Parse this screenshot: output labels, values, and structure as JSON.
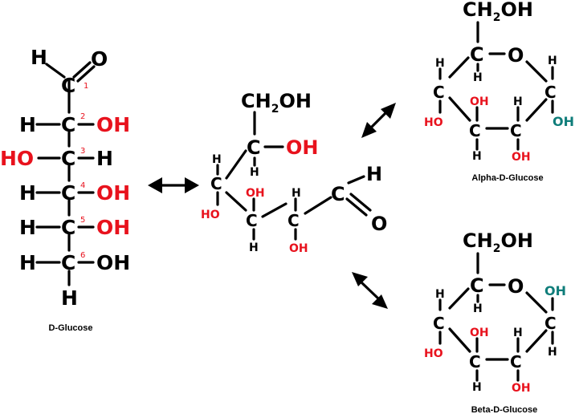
{
  "labels": {
    "d_glucose": "D-Glucose",
    "alpha": "Alpha-D-Glucose",
    "beta": "Beta-D-Glucose"
  },
  "atoms": {
    "H": "H",
    "O": "O",
    "C": "C",
    "OH": "OH",
    "HO": "HO",
    "CH2OH_main": "CH",
    "CH2OH_sub": "2",
    "CH2OH_tail": "OH"
  },
  "carbon_numbers": [
    "1",
    "2",
    "3",
    "4",
    "5",
    "6"
  ],
  "colors": {
    "bond": "#000000",
    "hydroxyl": "#e8121d",
    "anomeric_oh": "#0f7d7a"
  }
}
